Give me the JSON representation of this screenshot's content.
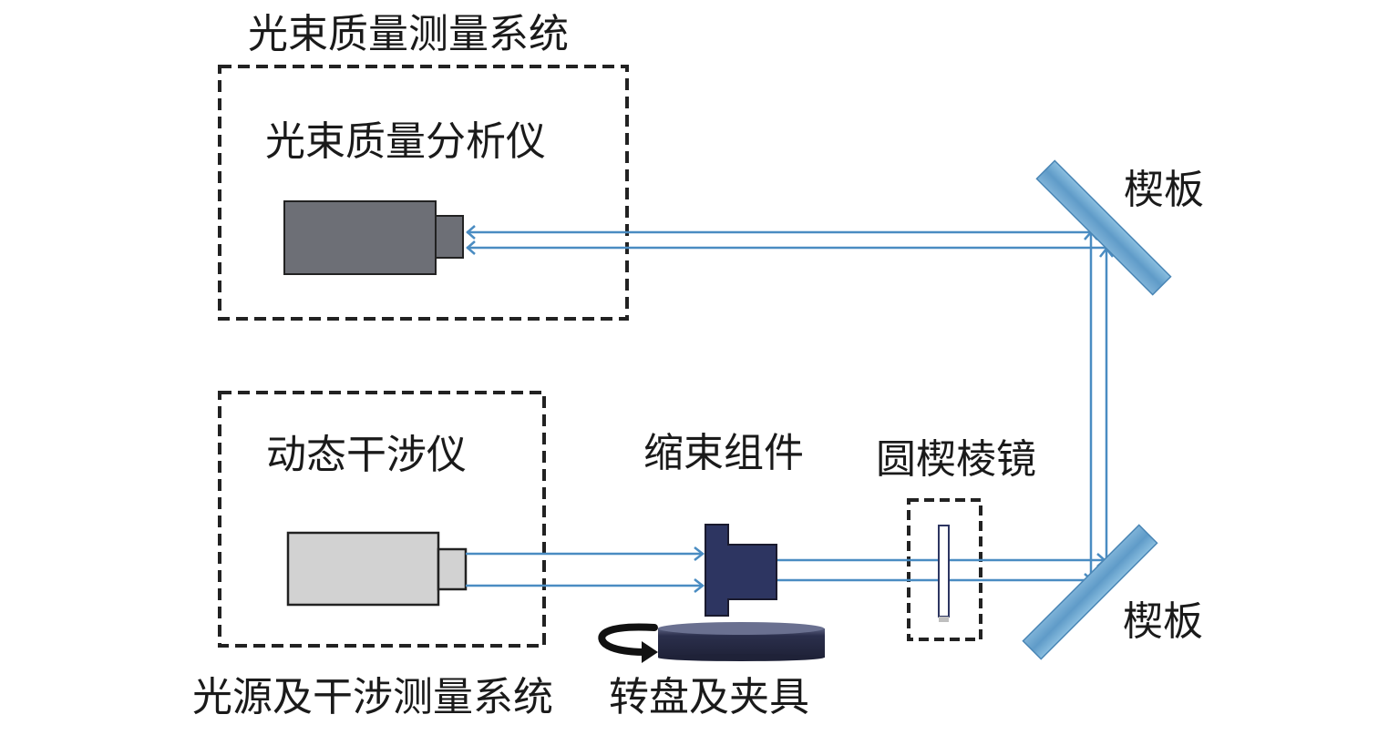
{
  "labels": {
    "beam_quality_system": "光束质量测量系统",
    "beam_quality_analyzer": "光束质量分析仪",
    "wedge_plate_top": "楔板",
    "wedge_plate_bottom": "楔板",
    "dynamic_interferometer": "动态干涉仪",
    "beam_reducer": "缩束组件",
    "circular_wedge_prism": "圆楔棱镜",
    "source_interference_system": "光源及干涉测量系统",
    "turntable_fixture": "转盘及夹具"
  },
  "colors": {
    "beam": "#4a8cc2",
    "mirror": "#6fa8cf",
    "analyzer_body": "#6d6f76",
    "interferometer_body": "#d2d2d2",
    "reducer": "#2d3561",
    "turntable": "#272b45"
  }
}
